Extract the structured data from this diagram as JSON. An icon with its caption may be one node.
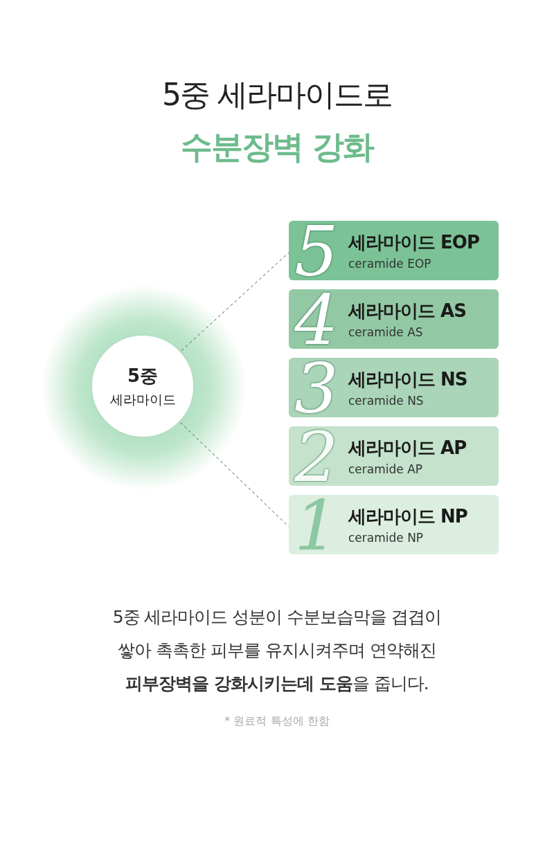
{
  "diagram": {
    "title": "5중 세라마이드로",
    "nodes": [
      {
        "text": [
          "5중",
          "세라마이드"
        ]
      },
      {
        "text": [
          "5",
          "세라마이드 EOP",
          "ceramide EOP"
        ]
      },
      {
        "text": [
          "4",
          "세라마이드 AS",
          "ceramide AS"
        ]
      },
      {
        "text": [
          "3",
          "세라마이드 NS",
          "ceramide NS"
        ]
      },
      {
        "text": [
          "2",
          "세라마이드 AP",
          "ceramide AP"
        ]
      },
      {
        "text": [
          "1",
          "세라마이드 NP",
          "ceramide NP"
        ]
      }
    ],
    "edges": [
      {
        "from": 0,
        "to": 1,
        "arrow": "none",
        "style": "dashed"
      },
      {
        "from": 0,
        "to": 5,
        "arrow": "none",
        "style": "dashed"
      }
    ],
    "labels": [
      "수분장벽 강화",
      "* 원료적 특성에 한함"
    ],
    "caption": "5중 세라마이드 성분이 수분보습막을 겹겹이 쌓아 촉촉한 피부를 유지시켜주며 연약해진 **피부장벽을 강화시키는데 도움**을 줍니다."
  }
}
